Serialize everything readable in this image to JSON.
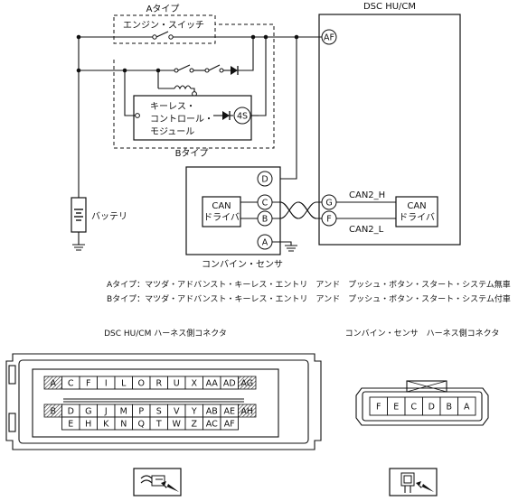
{
  "circuit": {
    "type_a_label": "Aタイプ",
    "engine_switch_label": "エンジン・スイッチ",
    "type_b_label": "Bタイプ",
    "keyless_label_lines": [
      "キーレス・",
      "コントロール・",
      "モジュール"
    ],
    "battery_label": "バッテリ",
    "dsc_title": "DSC HU/CM",
    "combine_sensor_label": "コンバイン・センサ",
    "can_driver_lines": [
      "CAN",
      "ドライバ"
    ],
    "can2_h": "CAN2_H",
    "can2_l": "CAN2_L",
    "terminals": {
      "af": "AF",
      "s4": "4S",
      "d": "D",
      "c": "C",
      "b": "B",
      "a": "A",
      "g": "G",
      "f": "F"
    }
  },
  "notes": {
    "type_a": "Aタイプ：マツダ・アドバンスト・キーレス・エントリ　アンド　プッシュ・ボタン・スタート・システム無車",
    "type_b": "Bタイプ：マツダ・アドバンスト・キーレス・エントリ　アンド　プッシュ・ボタン・スタート・システム付車"
  },
  "connectors": {
    "dsc": {
      "title": "DSC HU/CM ハーネス側コネクタ",
      "row1": [
        "A",
        "C",
        "F",
        "I",
        "L",
        "O",
        "R",
        "U",
        "X",
        "AA",
        "AD",
        "AG"
      ],
      "row2": [
        "B",
        "D",
        "G",
        "J",
        "M",
        "P",
        "S",
        "V",
        "Y",
        "AB",
        "AE",
        "AH"
      ],
      "row3": [
        "E",
        "H",
        "K",
        "N",
        "Q",
        "T",
        "W",
        "Z",
        "AC",
        "AF"
      ]
    },
    "sensor": {
      "title": "コンバイン・センサ　ハーネス側コネクタ",
      "pins": [
        "F",
        "E",
        "C",
        "D",
        "B",
        "A"
      ]
    }
  }
}
